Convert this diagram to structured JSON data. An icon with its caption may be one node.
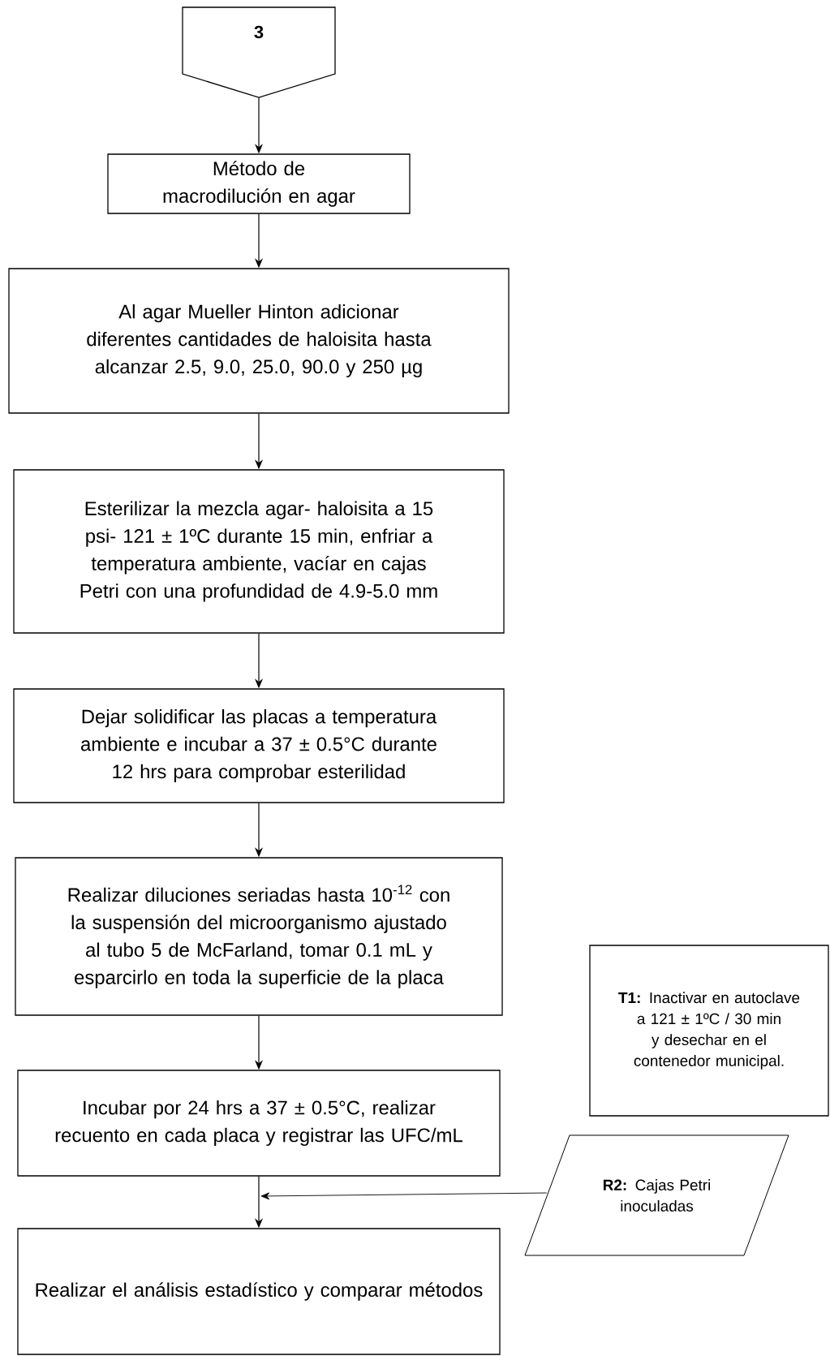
{
  "diagram": {
    "nodes": [
      {
        "text": [
          "3"
        ]
      },
      {
        "text": [
          "Método de macrodilución en agar"
        ]
      },
      {
        "text": [
          "Al agar Mueller Hinton adicionar diferentes cantidades de haloisita hasta alcanzar 2.5, 9.0, 25.0, 90.0 y 250 µg"
        ]
      },
      {
        "text": [
          "Esterilizar la mezcla agar- haloisita a 15 psi- 121 ± 1ºC durante 15 min, enfriar a temperatura ambiente, vacíar en cajas Petri con una profundidad de 4.9-5.0 mm"
        ]
      },
      {
        "text": [
          "Dejar solidificar las placas a temperatura ambiente e incubar a 37 ± 0.5°C durante 12 hrs para comprobar esterilidad"
        ]
      },
      {
        "text": [
          "Realizar diluciones seriadas hasta 10$^{-12}$ con la suspensión del microorganismo ajustado al tubo 5 de McFarland, tomar 0.1 mL y esparcirlo en toda la superficie de la placa"
        ]
      },
      {
        "text": [
          "Incubar por 24 hrs a 37 ± 0.5°C, realizar recuento en cada placa y registrar las UFC/mL"
        ]
      },
      {
        "text": [
          "Realizar el análisis estadístico y  comparar métodos"
        ]
      },
      {
        "text": [
          "**T1:** Inactivar en autoclave a 121 ± 1ºC / 30 min y desechar en el contenedor municipal."
        ]
      },
      {
        "text": [
          "**R2:** Cajas Petri inoculadas"
        ]
      }
    ],
    "edges": [
      {
        "from": 0,
        "to": 1,
        "arrow": "to"
      },
      {
        "from": 1,
        "to": 2,
        "arrow": "to"
      },
      {
        "from": 2,
        "to": 3,
        "arrow": "to"
      },
      {
        "from": 3,
        "to": 4,
        "arrow": "to"
      },
      {
        "from": 4,
        "to": 5,
        "arrow": "to"
      },
      {
        "from": 5,
        "to": 6,
        "arrow": "to"
      },
      {
        "from": 6,
        "to": 7,
        "arrow": "to"
      },
      {
        "from": 9,
        "to": null,
        "arrow": "to"
      }
    ]
  }
}
